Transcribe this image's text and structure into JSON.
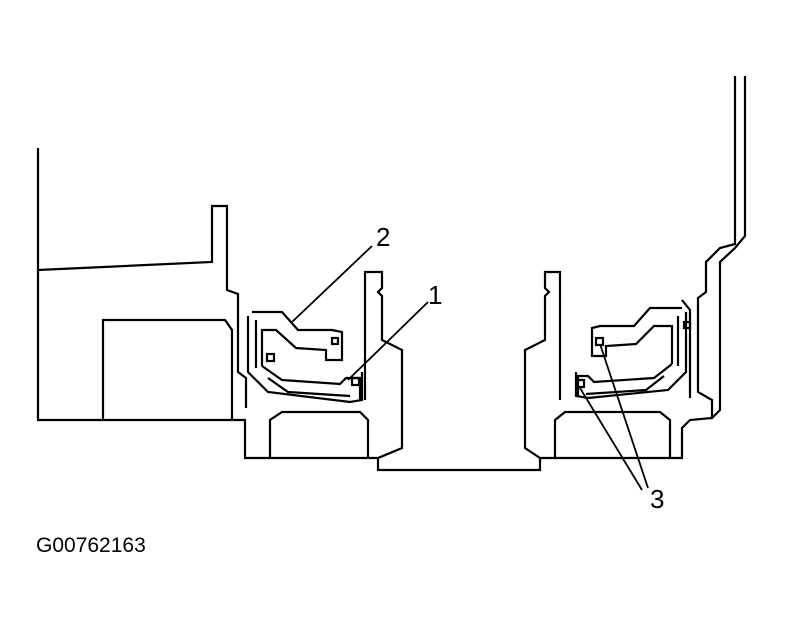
{
  "diagram": {
    "callouts": {
      "c1": "1",
      "c2": "2",
      "c3": "3"
    },
    "figure_id": "G00762163"
  },
  "colors": {
    "ink": "#000000",
    "paper": "#ffffff"
  }
}
